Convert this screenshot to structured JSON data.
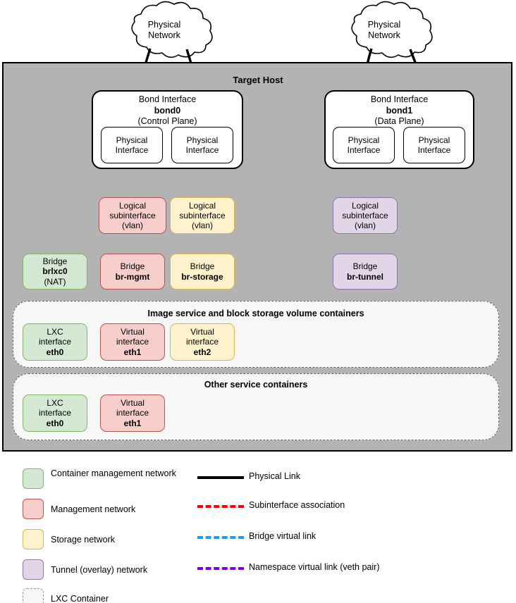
{
  "diagram": {
    "title": "Target Host",
    "clouds": [
      {
        "id": "cloud-left",
        "line1": "Physical",
        "line2": "Network"
      },
      {
        "id": "cloud-right",
        "line1": "Physical",
        "line2": "Network"
      }
    ],
    "bonds": [
      {
        "id": "bond0",
        "title": "Bond Interface",
        "name": "bond0",
        "role": "(Control Plane)",
        "physical_interfaces": [
          {
            "line1": "Physical",
            "line2": "Interface"
          },
          {
            "line1": "Physical",
            "line2": "Interface"
          }
        ]
      },
      {
        "id": "bond1",
        "title": "Bond Interface",
        "name": "bond1",
        "role": "(Data Plane)",
        "physical_interfaces": [
          {
            "line1": "Physical",
            "line2": "Interface"
          },
          {
            "line1": "Physical",
            "line2": "Interface"
          }
        ]
      }
    ],
    "subinterfaces": [
      {
        "id": "subif-mgmt",
        "line1": "Logical",
        "line2": "subinterface",
        "line3": "(vlan)",
        "color": "pink"
      },
      {
        "id": "subif-storage",
        "line1": "Logical",
        "line2": "subinterface",
        "line3": "(vlan)",
        "color": "yellow"
      },
      {
        "id": "subif-tunnel",
        "line1": "Logical",
        "line2": "subinterface",
        "line3": "(vlan)",
        "color": "purple"
      }
    ],
    "bridges": [
      {
        "id": "bridge-brlxc0",
        "label": "Bridge",
        "name": "brlxc0",
        "extra": "(NAT)",
        "color": "green"
      },
      {
        "id": "bridge-br-mgmt",
        "label": "Bridge",
        "name": "br-mgmt",
        "extra": "",
        "color": "pink"
      },
      {
        "id": "bridge-br-storage",
        "label": "Bridge",
        "name": "br-storage",
        "extra": "",
        "color": "yellow"
      },
      {
        "id": "bridge-br-tunnel",
        "label": "Bridge",
        "name": "br-tunnel",
        "extra": "",
        "color": "purple"
      }
    ],
    "containers": [
      {
        "id": "container-image-block",
        "title": "Image service and block storage volume containers",
        "interfaces": [
          {
            "line1": "LXC",
            "line2": "interface",
            "name": "eth0",
            "color": "green"
          },
          {
            "line1": "Virtual",
            "line2": "interface",
            "name": "eth1",
            "color": "pink"
          },
          {
            "line1": "Virtual",
            "line2": "interface",
            "name": "eth2",
            "color": "yellow"
          }
        ]
      },
      {
        "id": "container-other-services",
        "title": "Other service containers",
        "interfaces": [
          {
            "line1": "LXC",
            "line2": "interface",
            "name": "eth0",
            "color": "green"
          },
          {
            "line1": "Virtual",
            "line2": "interface",
            "name": "eth1",
            "color": "pink"
          }
        ]
      }
    ]
  },
  "legend": {
    "swatches": [
      {
        "id": "legend-container-mgmt",
        "label": "Container management network",
        "fill": "#d5e8d4",
        "stroke": "#82b366"
      },
      {
        "id": "legend-management",
        "label": "Management network",
        "fill": "#f8cecc",
        "stroke": "#b85450"
      },
      {
        "id": "legend-storage",
        "label": "Storage network",
        "fill": "#fff2cc",
        "stroke": "#d6b656"
      },
      {
        "id": "legend-tunnel",
        "label": "Tunnel (overlay) network",
        "fill": "#e1d5e7",
        "stroke": "#9673a6"
      },
      {
        "id": "legend-lxc-container",
        "label": "LXC Container",
        "fill": "#f7f7f7",
        "stroke": "#999999"
      }
    ],
    "lines": [
      {
        "id": "legend-physical-link",
        "label": "Physical Link",
        "color": "#000000",
        "style": "solid"
      },
      {
        "id": "legend-subif-assoc",
        "label": "Subinterface association",
        "color": "#ff0000",
        "style": "dashed"
      },
      {
        "id": "legend-bridge-link",
        "label": "Bridge virtual link",
        "color": "#1f9bf0",
        "style": "dashed"
      },
      {
        "id": "legend-namespace-link",
        "label": "Namespace virtual link (veth pair)",
        "color": "#7f00d4",
        "style": "dashed"
      }
    ]
  },
  "colors": {
    "host_fill": "#b3b3b3",
    "physical_link": "#000000",
    "subinterface_link": "#ff0000",
    "bridge_link": "#1f9bf0",
    "namespace_link": "#7f00d4"
  }
}
